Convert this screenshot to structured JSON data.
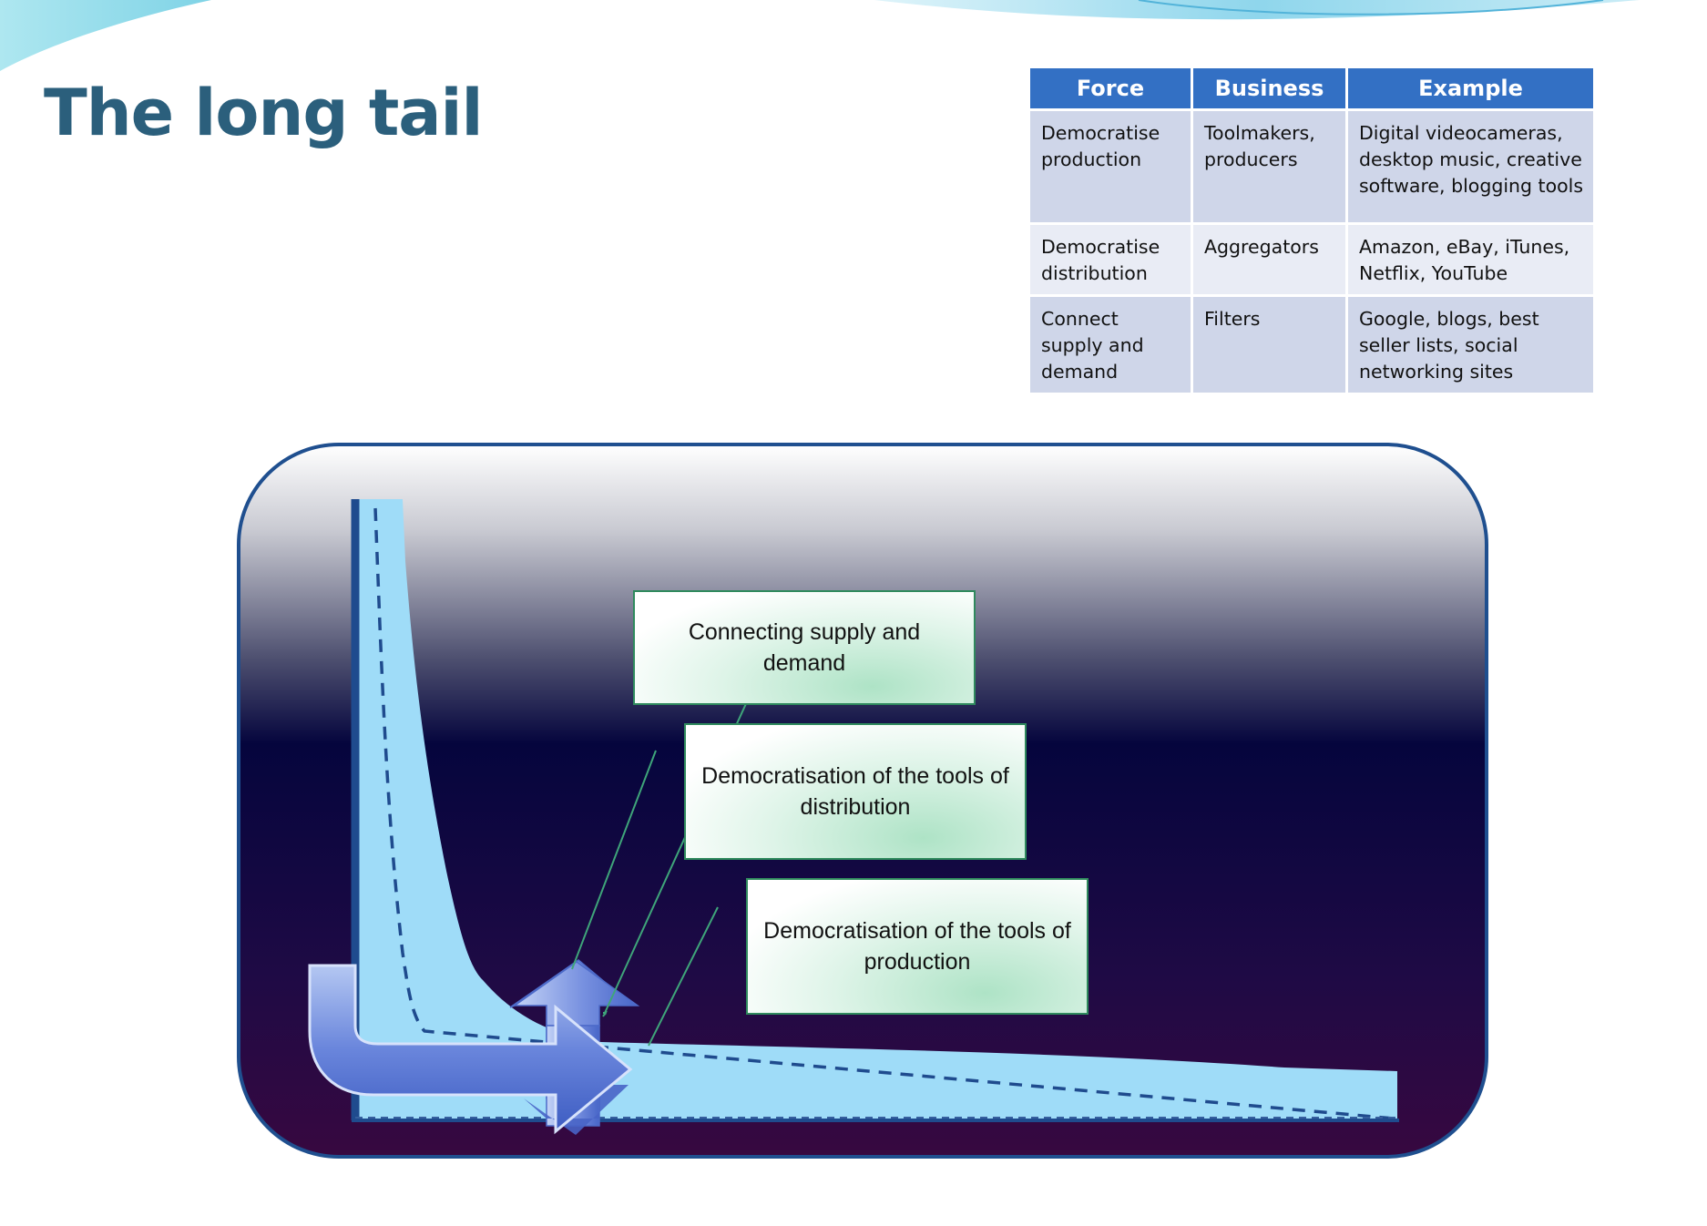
{
  "slide": {
    "title": "The long tail"
  },
  "table": {
    "headers": [
      "Force",
      "Business",
      "Example"
    ],
    "rows": [
      [
        "Democratise production",
        "Toolmakers, producers",
        "Digital videocameras, desktop music, creative software, blogging tools"
      ],
      [
        "Democratise distribution",
        "Aggregators",
        "Amazon, eBay, iTunes, Netflix, YouTube"
      ],
      [
        "Connect supply and demand",
        "Filters",
        "Google, blogs, best seller lists, social networking sites"
      ]
    ]
  },
  "diagram": {
    "labels": {
      "connecting": "Connecting supply and demand",
      "distribution": "Democratisation of the tools of distribution",
      "production": "Democratisation of the tools of production"
    },
    "colors": {
      "frame_border": "#1f4f8f",
      "curve_fill": "#9fdcf8",
      "axis": "#1f4b8e",
      "arrow": "#5f7fd6",
      "leader_line": "#3fa57a"
    },
    "icons": [
      "bent-arrow-icon",
      "up-arrow-icon",
      "down-arrow-icon"
    ]
  }
}
